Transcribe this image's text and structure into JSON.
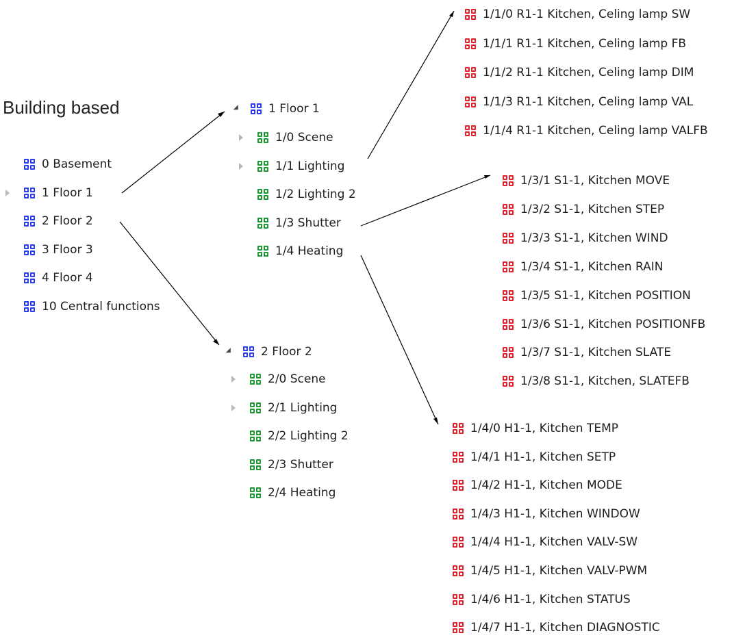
{
  "title": "Building based",
  "colors": {
    "building": "#2a3cf0",
    "function": "#1d9a34",
    "address": "#e0242f"
  },
  "icon": "group-address-icon",
  "building_list": [
    {
      "label": "0 Basement",
      "expander": "none"
    },
    {
      "label": "1 Floor 1",
      "expander": "collapsed"
    },
    {
      "label": "2 Floor 2",
      "expander": "none"
    },
    {
      "label": "3 Floor 3",
      "expander": "none"
    },
    {
      "label": "4 Floor 4",
      "expander": "none"
    },
    {
      "label": "10 Central functions",
      "expander": "none"
    }
  ],
  "floor1": {
    "header": "1 Floor 1",
    "items": [
      {
        "label": "1/0 Scene",
        "expander": "collapsed"
      },
      {
        "label": "1/1 Lighting",
        "expander": "collapsed"
      },
      {
        "label": "1/2 Lighting 2",
        "expander": "none"
      },
      {
        "label": "1/3 Shutter",
        "expander": "none"
      },
      {
        "label": "1/4 Heating",
        "expander": "none"
      }
    ]
  },
  "floor2": {
    "header": "2 Floor 2",
    "items": [
      {
        "label": "2/0 Scene",
        "expander": "collapsed"
      },
      {
        "label": "2/1 Lighting",
        "expander": "collapsed"
      },
      {
        "label": "2/2 Lighting 2",
        "expander": "none"
      },
      {
        "label": "2/3 Shutter",
        "expander": "none"
      },
      {
        "label": "2/4 Heating",
        "expander": "none"
      }
    ]
  },
  "lighting_addresses": [
    "1/1/0 R1-1 Kitchen, Celing lamp SW",
    "1/1/1 R1-1 Kitchen, Celing lamp FB",
    "1/1/2 R1-1 Kitchen, Celing lamp DIM",
    "1/1/3 R1-1 Kitchen, Celing lamp VAL",
    "1/1/4 R1-1 Kitchen, Celing lamp VALFB"
  ],
  "shutter_addresses": [
    "1/3/1 S1-1, Kitchen MOVE",
    "1/3/2 S1-1, Kitchen STEP",
    "1/3/3 S1-1, Kitchen WIND",
    "1/3/4 S1-1, Kitchen RAIN",
    "1/3/5 S1-1, Kitchen POSITION",
    "1/3/6 S1-1, Kitchen POSITIONFB",
    "1/3/7 S1-1, Kitchen SLATE",
    "1/3/8 S1-1, Kitchen, SLATEFB"
  ],
  "heating_addresses": [
    "1/4/0 H1-1, Kitchen TEMP",
    "1/4/1 H1-1, Kitchen SETP",
    "1/4/2 H1-1, Kitchen MODE",
    "1/4/3 H1-1, Kitchen WINDOW",
    "1/4/4 H1-1, Kitchen VALV-SW",
    "1/4/5 H1-1, Kitchen VALV-PWM",
    "1/4/6 H1-1, Kitchen STATUS",
    "1/4/7 H1-1, Kitchen DIAGNOSTIC"
  ]
}
